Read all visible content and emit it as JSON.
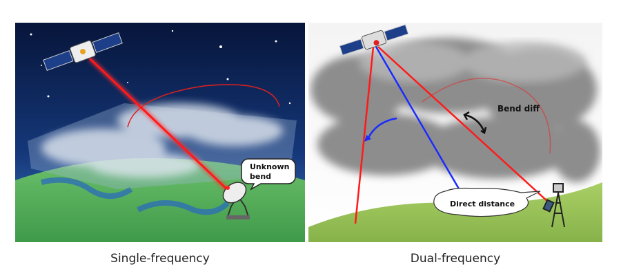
{
  "panels": [
    {
      "caption": "Single-frequency",
      "callout": {
        "line1": "Unknown",
        "line2": "bend"
      }
    },
    {
      "caption": "Dual-frequency",
      "labels": {
        "bend_diff": "Bend diff",
        "direct_distance": "Direct distance"
      }
    }
  ],
  "colors": {
    "signal_red": "#ff1a1a",
    "signal_blue": "#1a2bff",
    "night_sky": "#0c1f4a",
    "grass": "#8cbf4a"
  }
}
